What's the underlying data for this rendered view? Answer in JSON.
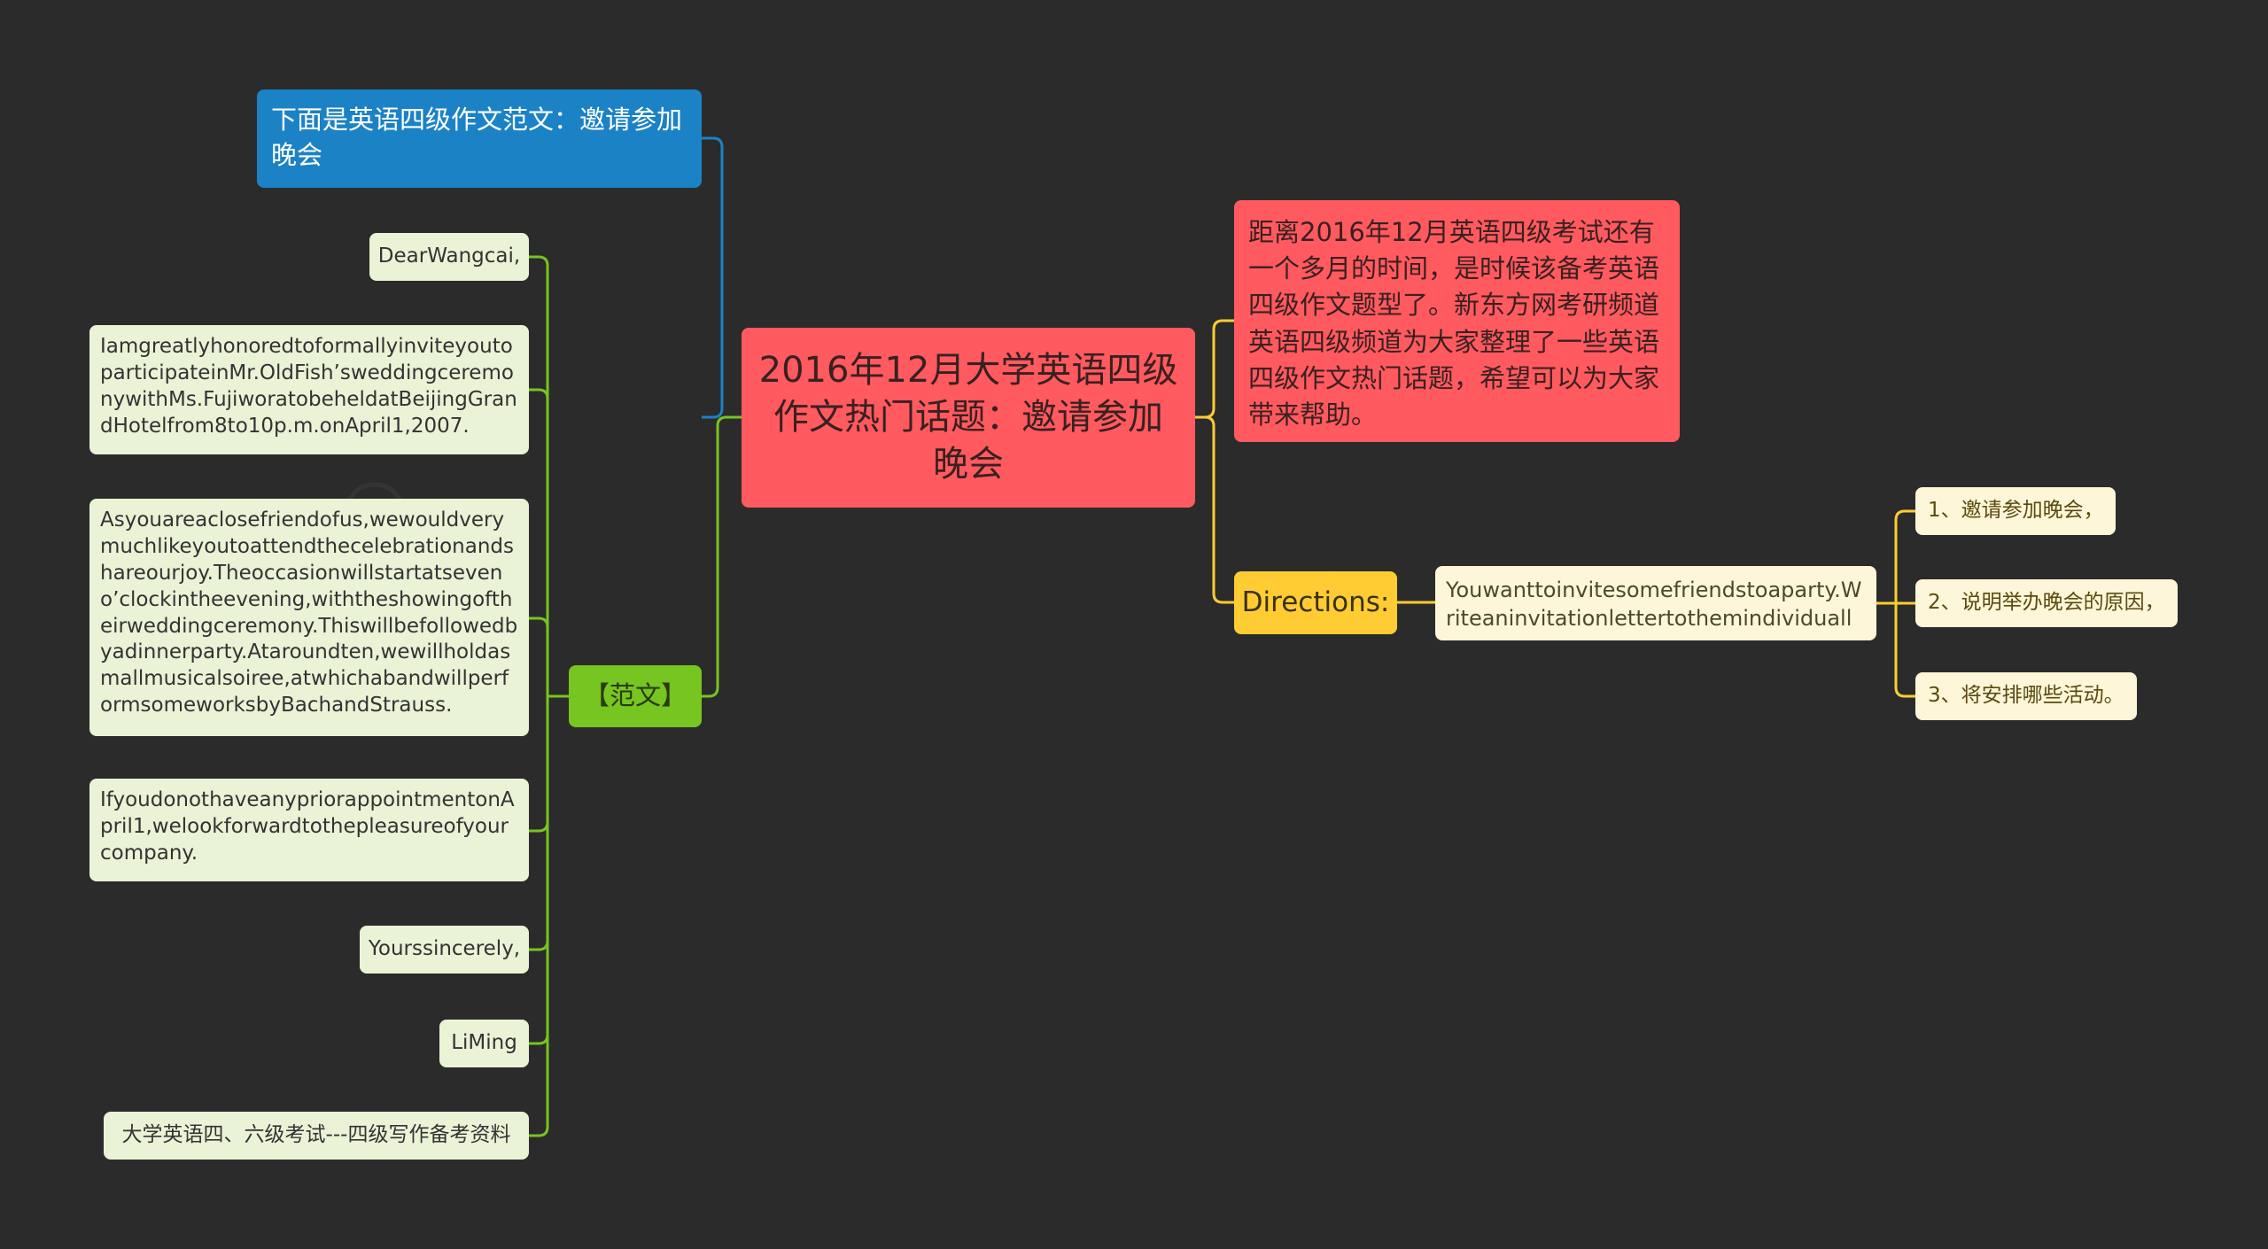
{
  "root": {
    "title": "2016年12月大学英语四级作文热门话题：邀请参加晚会"
  },
  "left": {
    "intro": "下面是英语四级作文范文：邀请参加晚会",
    "fanwen": {
      "label": "【范文】",
      "items": [
        "DearWangcai,",
        "IamgreatlyhonoredtoformallyinviteyoutoparticipateinMr.OldFish’sweddingceremonywithMs.FujiworatobeheldatBeijingGrandHotelfrom8to10p.m.onApril1,2007.",
        "Asyouareaclosefriendofus,wewouldverymuchlikeyoutoattendthecelebrationandshareourjoy.Theoccasionwillstartatseveno’clockintheevening,withtheshowingoftheirweddingceremony.Thiswillbefollowedbyadinnerparty.Ataroundten,wewillholdasmallmusicalsoiree,atwhichabandwillperformsomeworksbyBachandStrauss.",
        "IfyoudonothaveanypriorappointmentonApril1,welookforwardtothepleasureofyourcompany.",
        "Yourssincerely,",
        "LiMing",
        "大学英语四、六级考试---四级写作备考资料"
      ]
    }
  },
  "right": {
    "intro": "距离2016年12月英语四级考试还有一个多月的时间，是时候该备考英语四级作文题型了。新东方网考研频道英语四级频道为大家整理了一些英语四级作文热门话题，希望可以为大家带来帮助。",
    "directions": {
      "label": "Directions:",
      "instruction": "Youwanttoinvitesomefriendstoaparty.Writeaninvitationlettertothemindividually:",
      "points": [
        "1、邀请参加晚会，",
        "2、说明举办晚会的原因，",
        "3、将安排哪些活动。"
      ]
    }
  },
  "colors": {
    "background": "#2b2b2b",
    "root": "#ff5a5f",
    "blue": "#1b82c6",
    "green": "#77c520",
    "green_leaf": "#eaf3d6",
    "yellow": "#ffcc33",
    "yellow_leaf": "#fdf6d8"
  }
}
